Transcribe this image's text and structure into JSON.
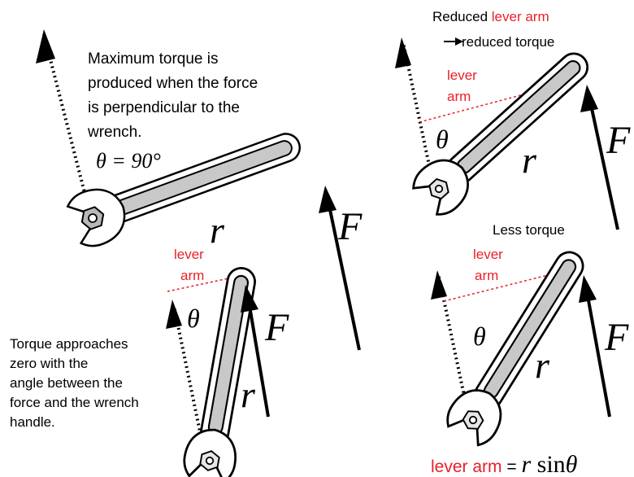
{
  "main": {
    "text": [
      "Maximum torque is",
      "produced when the force",
      "is perpendicular to the",
      "wrench."
    ],
    "theta_eq": "θ = 90°",
    "r": "r",
    "F": "F"
  },
  "top_right": {
    "title_prefix": "Reduced ",
    "title_red": "lever arm",
    "arrow_glyph": "→",
    "subtitle": " reduced torque",
    "lever": "lever",
    "arm": "arm",
    "theta": "θ",
    "r": "r",
    "F": "F"
  },
  "bottom_middle": {
    "lever": "lever",
    "arm": "arm",
    "theta": "θ",
    "r": "r",
    "F": "F",
    "text": [
      "Torque approaches",
      "zero with the",
      "angle between the",
      "force and the wrench",
      "handle."
    ]
  },
  "bottom_right": {
    "title": "Less torque",
    "lever": "lever",
    "arm": "arm",
    "theta": "θ",
    "r": "r",
    "F": "F",
    "formula_red": "lever arm",
    "formula_eq": " = ",
    "formula_r": "r",
    "formula_sin": " sin",
    "formula_theta": "θ"
  },
  "colors": {
    "red": "#e8202a",
    "handle_fill": "#c8c8c8",
    "ink": "#000000"
  }
}
